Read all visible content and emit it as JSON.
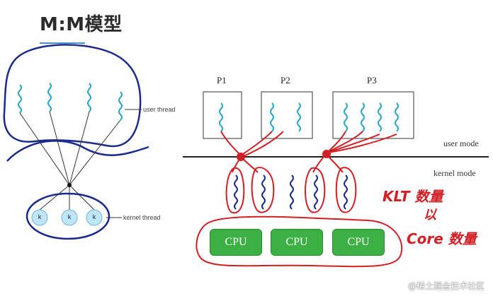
{
  "title": "M:M模型",
  "left_diagram": {
    "user_thread_label": "user thread",
    "kernel_thread_label": "kernel thread",
    "kernel_threads": [
      "k",
      "k",
      "k"
    ]
  },
  "right_diagram": {
    "processes": [
      "P1",
      "P2",
      "P3"
    ],
    "user_mode_label": "user mode",
    "kernel_mode_label": "kernel mode",
    "cpus": [
      "CPU",
      "CPU",
      "CPU"
    ]
  },
  "annotations": {
    "line1": "KLT 数量",
    "line2": "以",
    "line3": "Core 数量"
  },
  "watermark": "@稀土掘金技术社区",
  "colors": {
    "ink_blue": "#1a2a8c",
    "ink_red": "#d01f25",
    "thread_teal": "#2aa6c8",
    "kernel_circle": "#bfe6f7",
    "cpu_green": "#3cb043"
  }
}
